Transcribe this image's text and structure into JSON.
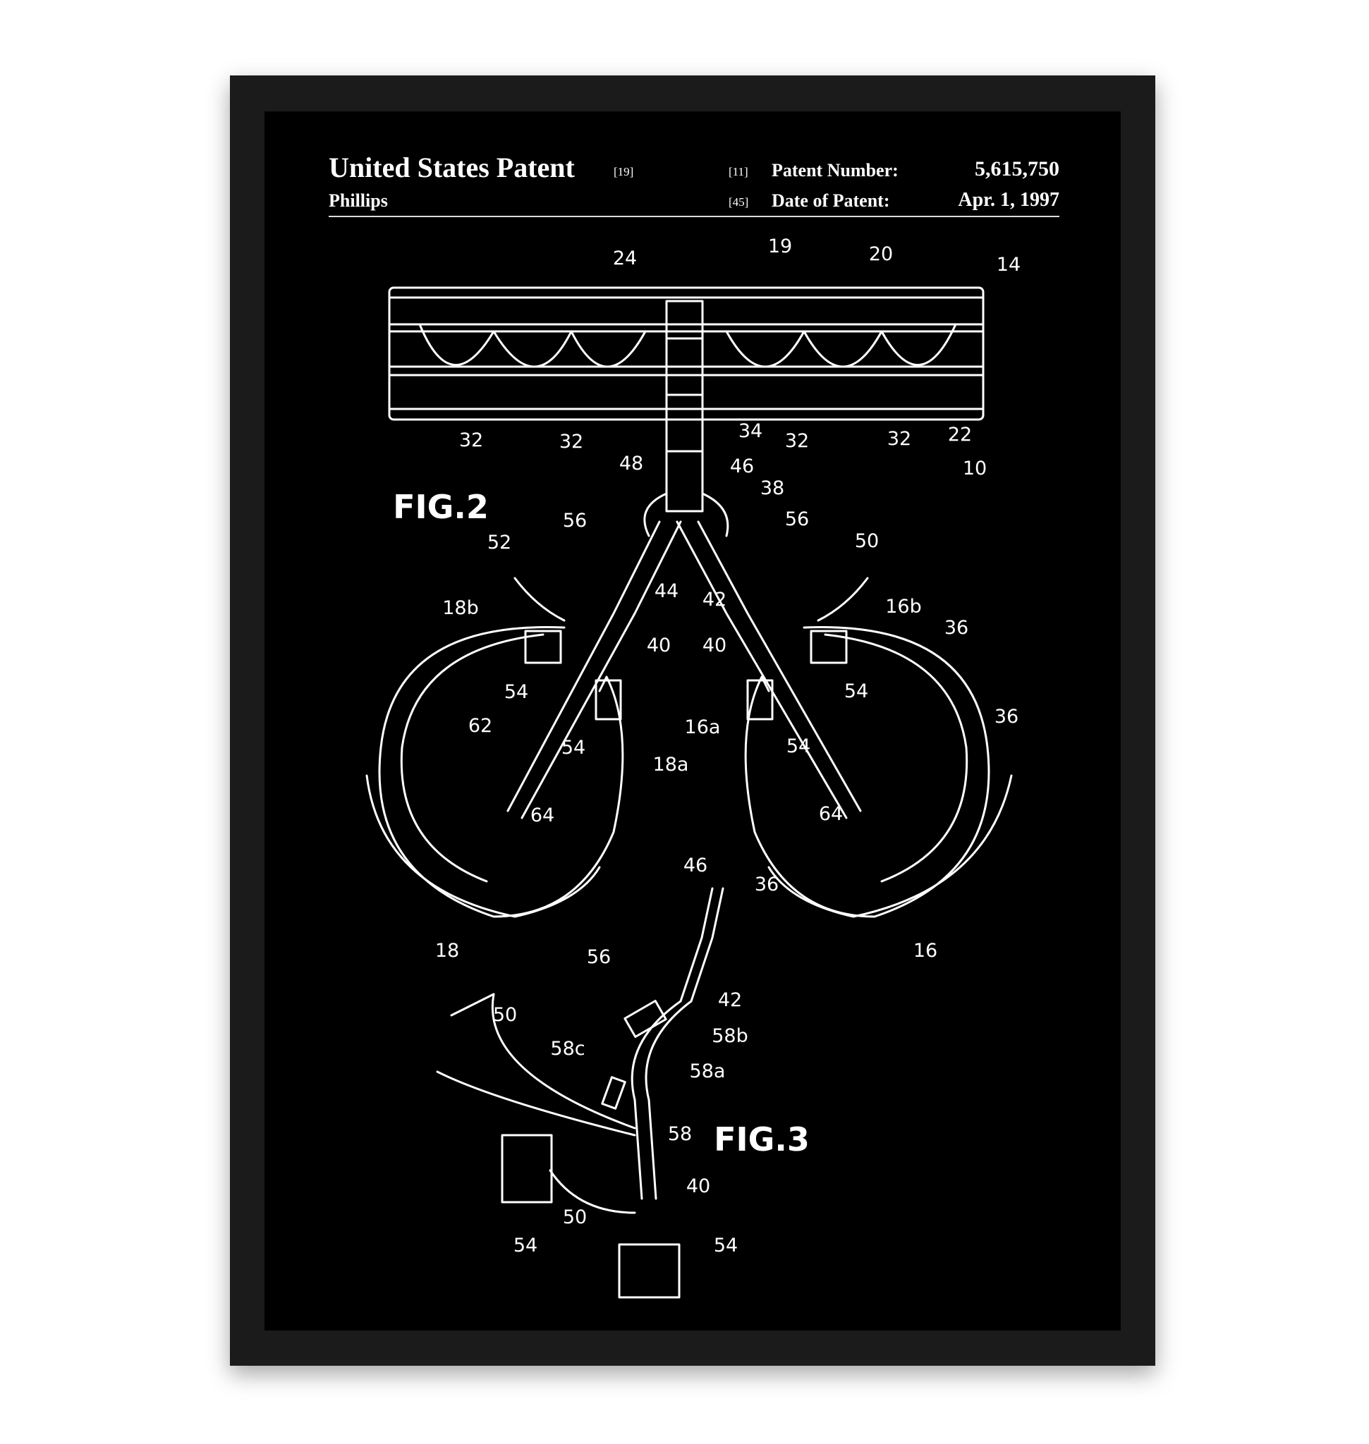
{
  "header": {
    "title": "United States Patent",
    "title_code": "[19]",
    "inventor": "Phillips",
    "number_code": "[11]",
    "number_label": "Patent Number:",
    "number_value": "5,615,750",
    "date_code": "[45]",
    "date_label": "Date of Patent:",
    "date_value": "Apr. 1, 1997"
  },
  "figures": [
    "FIG.2",
    "FIG.3"
  ],
  "labels": [
    "24",
    "19",
    "20",
    "14",
    "32",
    "32",
    "34",
    "32",
    "32",
    "22",
    "48",
    "46",
    "38",
    "10",
    "56",
    "56",
    "52",
    "50",
    "44",
    "42",
    "18b",
    "16b",
    "36",
    "40",
    "40",
    "54",
    "54",
    "62",
    "16a",
    "36",
    "54",
    "54",
    "18a",
    "64",
    "64",
    "46",
    "36",
    "18",
    "16",
    "56",
    "42",
    "50",
    "58b",
    "58c",
    "58a",
    "58",
    "40",
    "50",
    "54",
    "54"
  ]
}
